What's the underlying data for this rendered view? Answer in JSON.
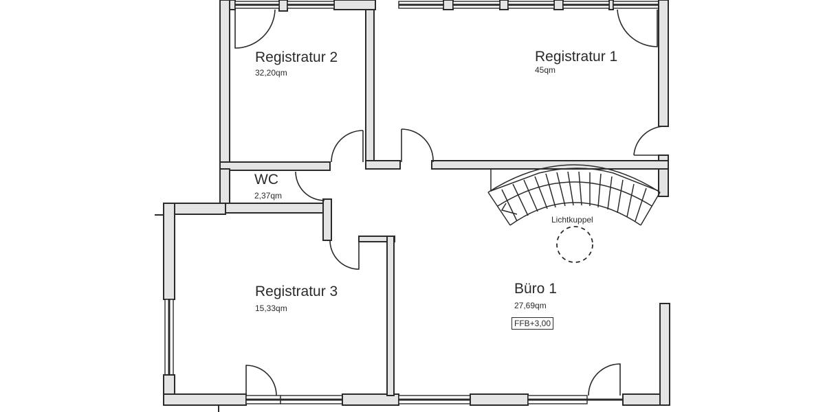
{
  "plan": {
    "rooms": [
      {
        "name": "Registratur 2",
        "area": "32,20qm"
      },
      {
        "name": "Registratur 1",
        "area": "45qm"
      },
      {
        "name": "WC",
        "area": "2,37qm"
      },
      {
        "name": "Registratur 3",
        "area": "15,33qm"
      },
      {
        "name": "Büro 1",
        "area": "27,69qm"
      }
    ],
    "skylight_label": "Lichtkuppel",
    "level_marker": "FFB+3,00",
    "colors": {
      "line": "#2a2a2a",
      "wall_fill": "#e4e4e4",
      "background": "#ffffff"
    }
  }
}
